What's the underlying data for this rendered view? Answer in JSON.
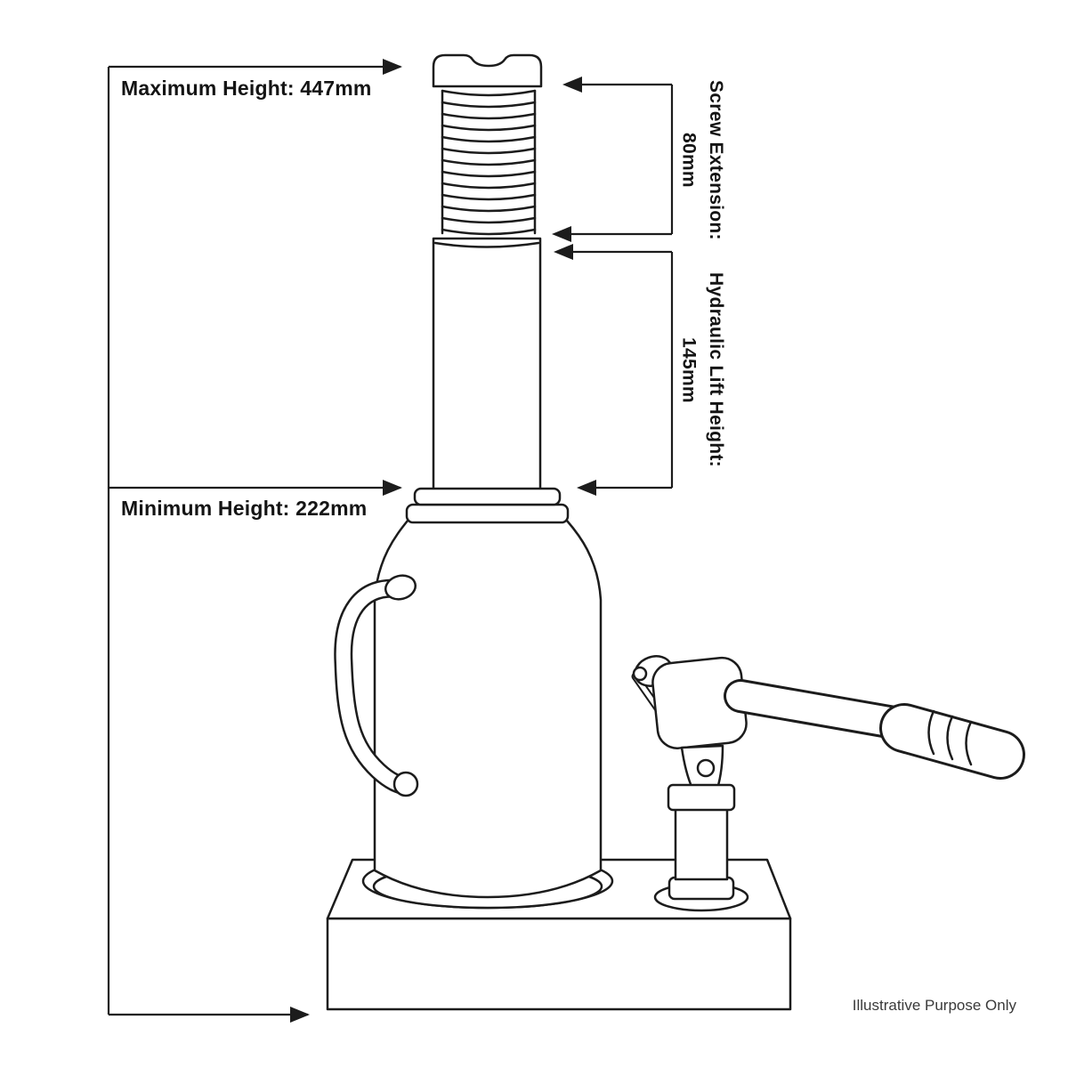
{
  "colors": {
    "line": "#1c1c1c",
    "background": "#ffffff",
    "text": "#141414"
  },
  "annotations": {
    "max_height": "Maximum Height: 447mm",
    "min_height": "Minimum Height: 222mm",
    "screw_extension_label": "Screw Extension:",
    "screw_extension_value": "80mm",
    "hydraulic_lift_label": "Hydraulic Lift Height:",
    "hydraulic_lift_value": "145mm",
    "footnote": "Illustrative Purpose Only"
  }
}
